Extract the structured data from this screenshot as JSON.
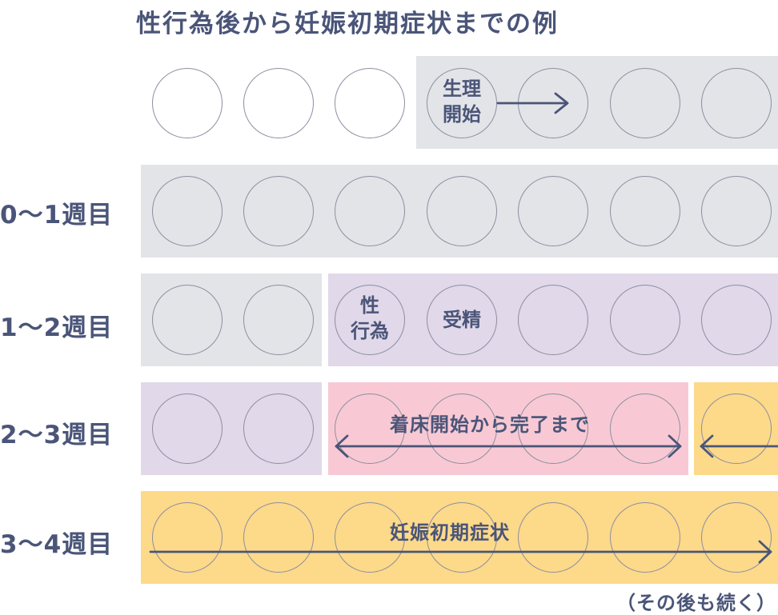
{
  "title": "性行為後から妊娠初期症状までの例",
  "rows": [
    {
      "label": "0〜1週目"
    },
    {
      "label": "1〜2週目"
    },
    {
      "label": "2〜3週目"
    },
    {
      "label": "3〜4週目"
    }
  ],
  "circle_labels": {
    "period_start": "生理\n開始",
    "intercourse": "性\n行為",
    "fertilization": "受精"
  },
  "band_labels": {
    "implantation": "着床開始から完了まで",
    "early_symptoms": "妊娠初期症状"
  },
  "footnote": "（その後も続く）",
  "colors": {
    "text": "#4a5578",
    "gray_band": "#e3e4e8",
    "purple_band": "#e1d8ea",
    "pink_band": "#f8c9d4",
    "yellow_band": "#fdd98a"
  }
}
